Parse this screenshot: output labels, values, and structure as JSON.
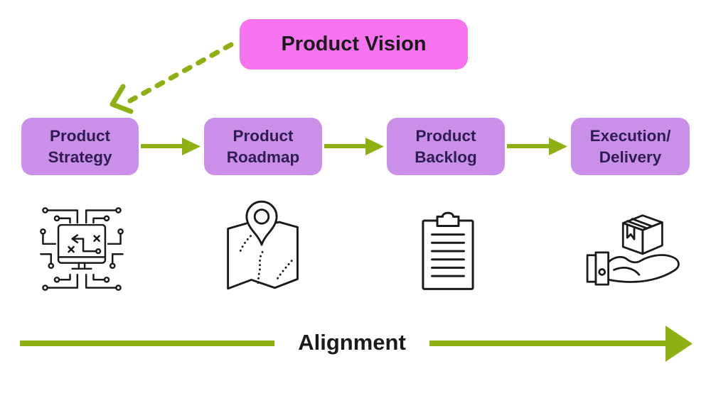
{
  "diagram": {
    "vision_box": {
      "label": "Product Vision"
    },
    "stages": [
      {
        "line1": "Product",
        "line2": "Strategy",
        "icon": "strategy-circuit-monitor-icon"
      },
      {
        "line1": "Product",
        "line2": "Roadmap",
        "icon": "map-location-pin-icon"
      },
      {
        "line1": "Product",
        "line2": "Backlog",
        "icon": "clipboard-list-icon"
      },
      {
        "line1": "Execution/",
        "line2": "Delivery",
        "icon": "hand-package-delivery-icon"
      }
    ],
    "alignment_label": "Alignment",
    "connectors": {
      "dashed_arrow": "product-vision-to-product-strategy",
      "flow_arrows": [
        "strategy-to-roadmap",
        "roadmap-to-backlog",
        "backlog-to-execution"
      ],
      "alignment_arrow_direction": "right"
    },
    "colors": {
      "vision_pink": "#F873F0",
      "stage_purple": "#C98FE9",
      "arrow_green": "#8FB013",
      "icon_stroke": "#1A1A1A",
      "stage_text": "#2F1C52",
      "text_black": "#1B1B1B"
    }
  }
}
